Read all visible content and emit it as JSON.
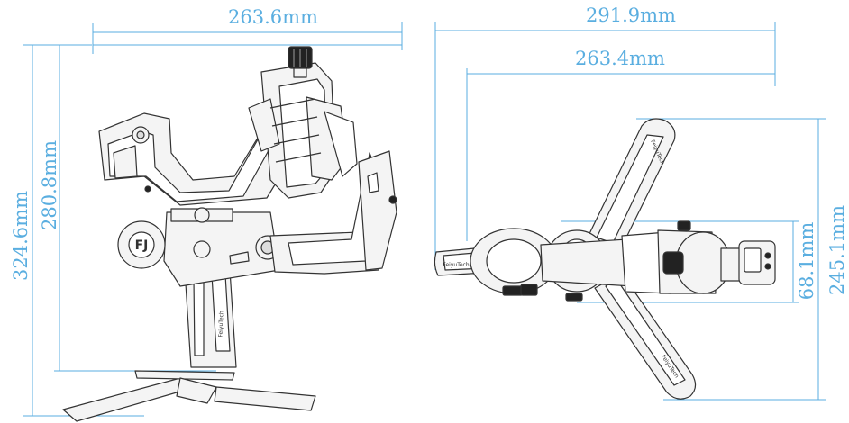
{
  "figure": {
    "side_view": {
      "width_label": "263.6mm",
      "total_height_label": "324.6mm",
      "mid_height_label": "280.8mm",
      "logo_text": "FJ",
      "grip_brand": "FeiyuTech"
    },
    "top_view": {
      "outer_width_label": "291.9mm",
      "inner_width_label": "263.4mm",
      "tripod_span_label": "245.1mm",
      "body_height_label": "68.1mm",
      "leg_brand": "FeiyuTech"
    }
  },
  "colors": {
    "dimension": "#5aaee0",
    "line_art": "#333333",
    "fill_light": "#f4f4f4",
    "fill_dark": "#222222"
  }
}
